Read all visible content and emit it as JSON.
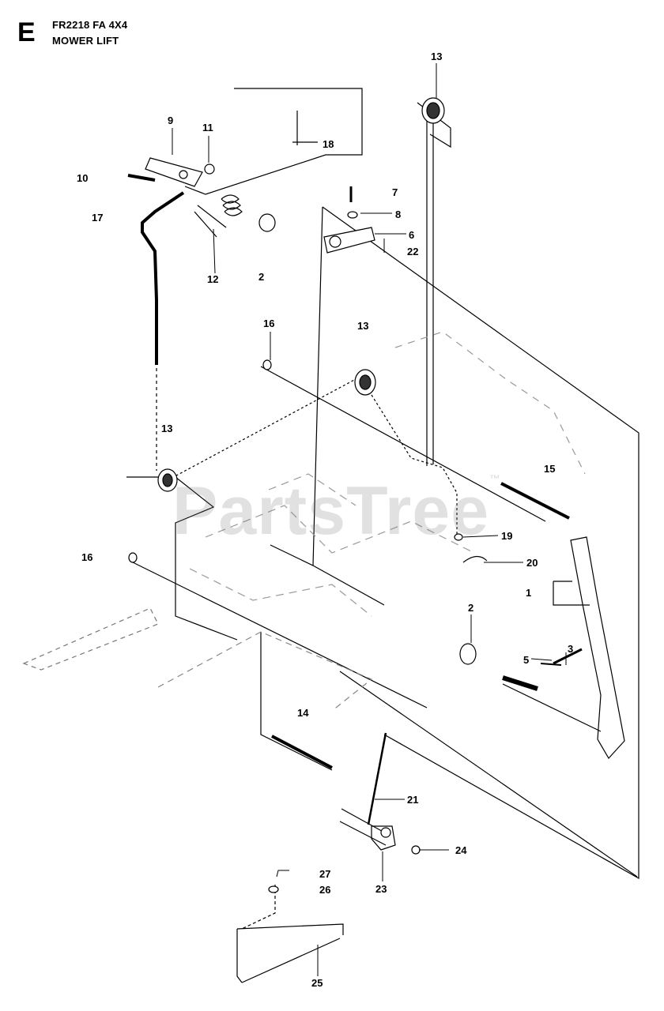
{
  "header": {
    "section_letter": "E",
    "model": "FR2218 FA 4X4",
    "title": "MOWER LIFT"
  },
  "watermark": {
    "text": "PartsTree",
    "mark": "™"
  },
  "callouts": {
    "c13a": "13",
    "c9": "9",
    "c11": "11",
    "c18": "18",
    "c10": "10",
    "c17": "17",
    "c12": "12",
    "c2a": "2",
    "c7": "7",
    "c8": "8",
    "c6": "6",
    "c22": "22",
    "c16a": "16",
    "c13b": "13",
    "c13c": "13",
    "c15": "15",
    "c19": "19",
    "c20": "20",
    "c16b": "16",
    "c1": "1",
    "c2b": "2",
    "c3": "3",
    "c5": "5",
    "c14": "14",
    "c21": "21",
    "c24": "24",
    "c27": "27",
    "c26": "26",
    "c23": "23",
    "c25": "25"
  }
}
